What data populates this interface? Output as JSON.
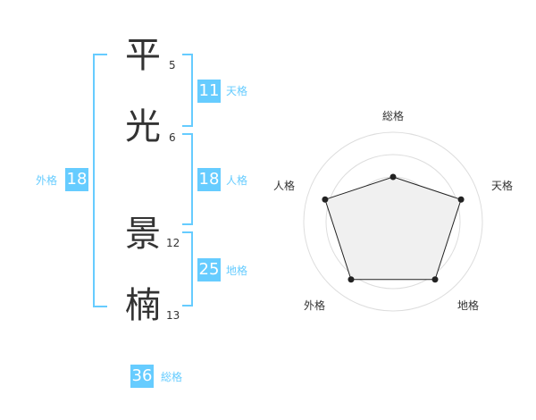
{
  "name": {
    "chars": [
      {
        "char": "平",
        "strokes": "5"
      },
      {
        "char": "光",
        "strokes": "6"
      },
      {
        "char": "景",
        "strokes": "12"
      },
      {
        "char": "楠",
        "strokes": "13"
      }
    ]
  },
  "fortunes": {
    "tenkaku": {
      "value": "11",
      "label": "天格"
    },
    "jinkaku": {
      "value": "18",
      "label": "人格"
    },
    "chikaku": {
      "value": "25",
      "label": "地格"
    },
    "gaikaku": {
      "value": "18",
      "label": "外格"
    },
    "soukaku": {
      "value": "36",
      "label": "総格"
    }
  },
  "colors": {
    "accent": "#66ccff",
    "text": "#333333"
  },
  "chart_data": {
    "type": "radar",
    "axes": [
      "総格",
      "天格",
      "地格",
      "外格",
      "人格"
    ],
    "values": [
      0.5,
      0.8,
      0.8,
      0.8,
      0.8
    ],
    "rings": 4
  }
}
